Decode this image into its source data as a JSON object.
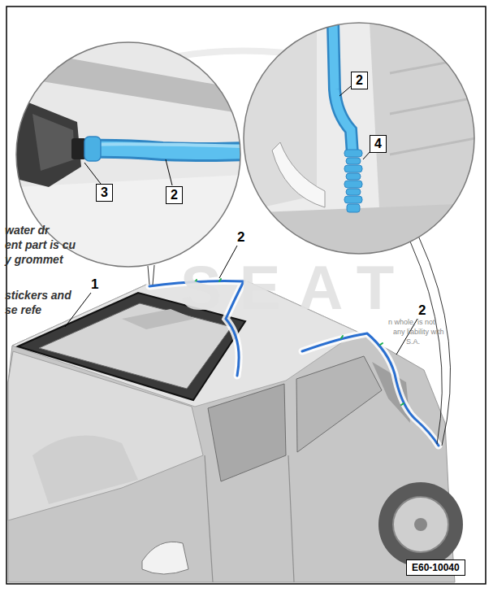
{
  "diagram": {
    "labels": [
      "1",
      "2",
      "2",
      "3",
      "2",
      "2",
      "4",
      "E60-10040",
      "water dr",
      "ent part is cu",
      "y grommet",
      "stickers and",
      "se refe",
      "n whole, is not",
      "any liability with",
      "S.A.",
      "SEAT"
    ]
  }
}
